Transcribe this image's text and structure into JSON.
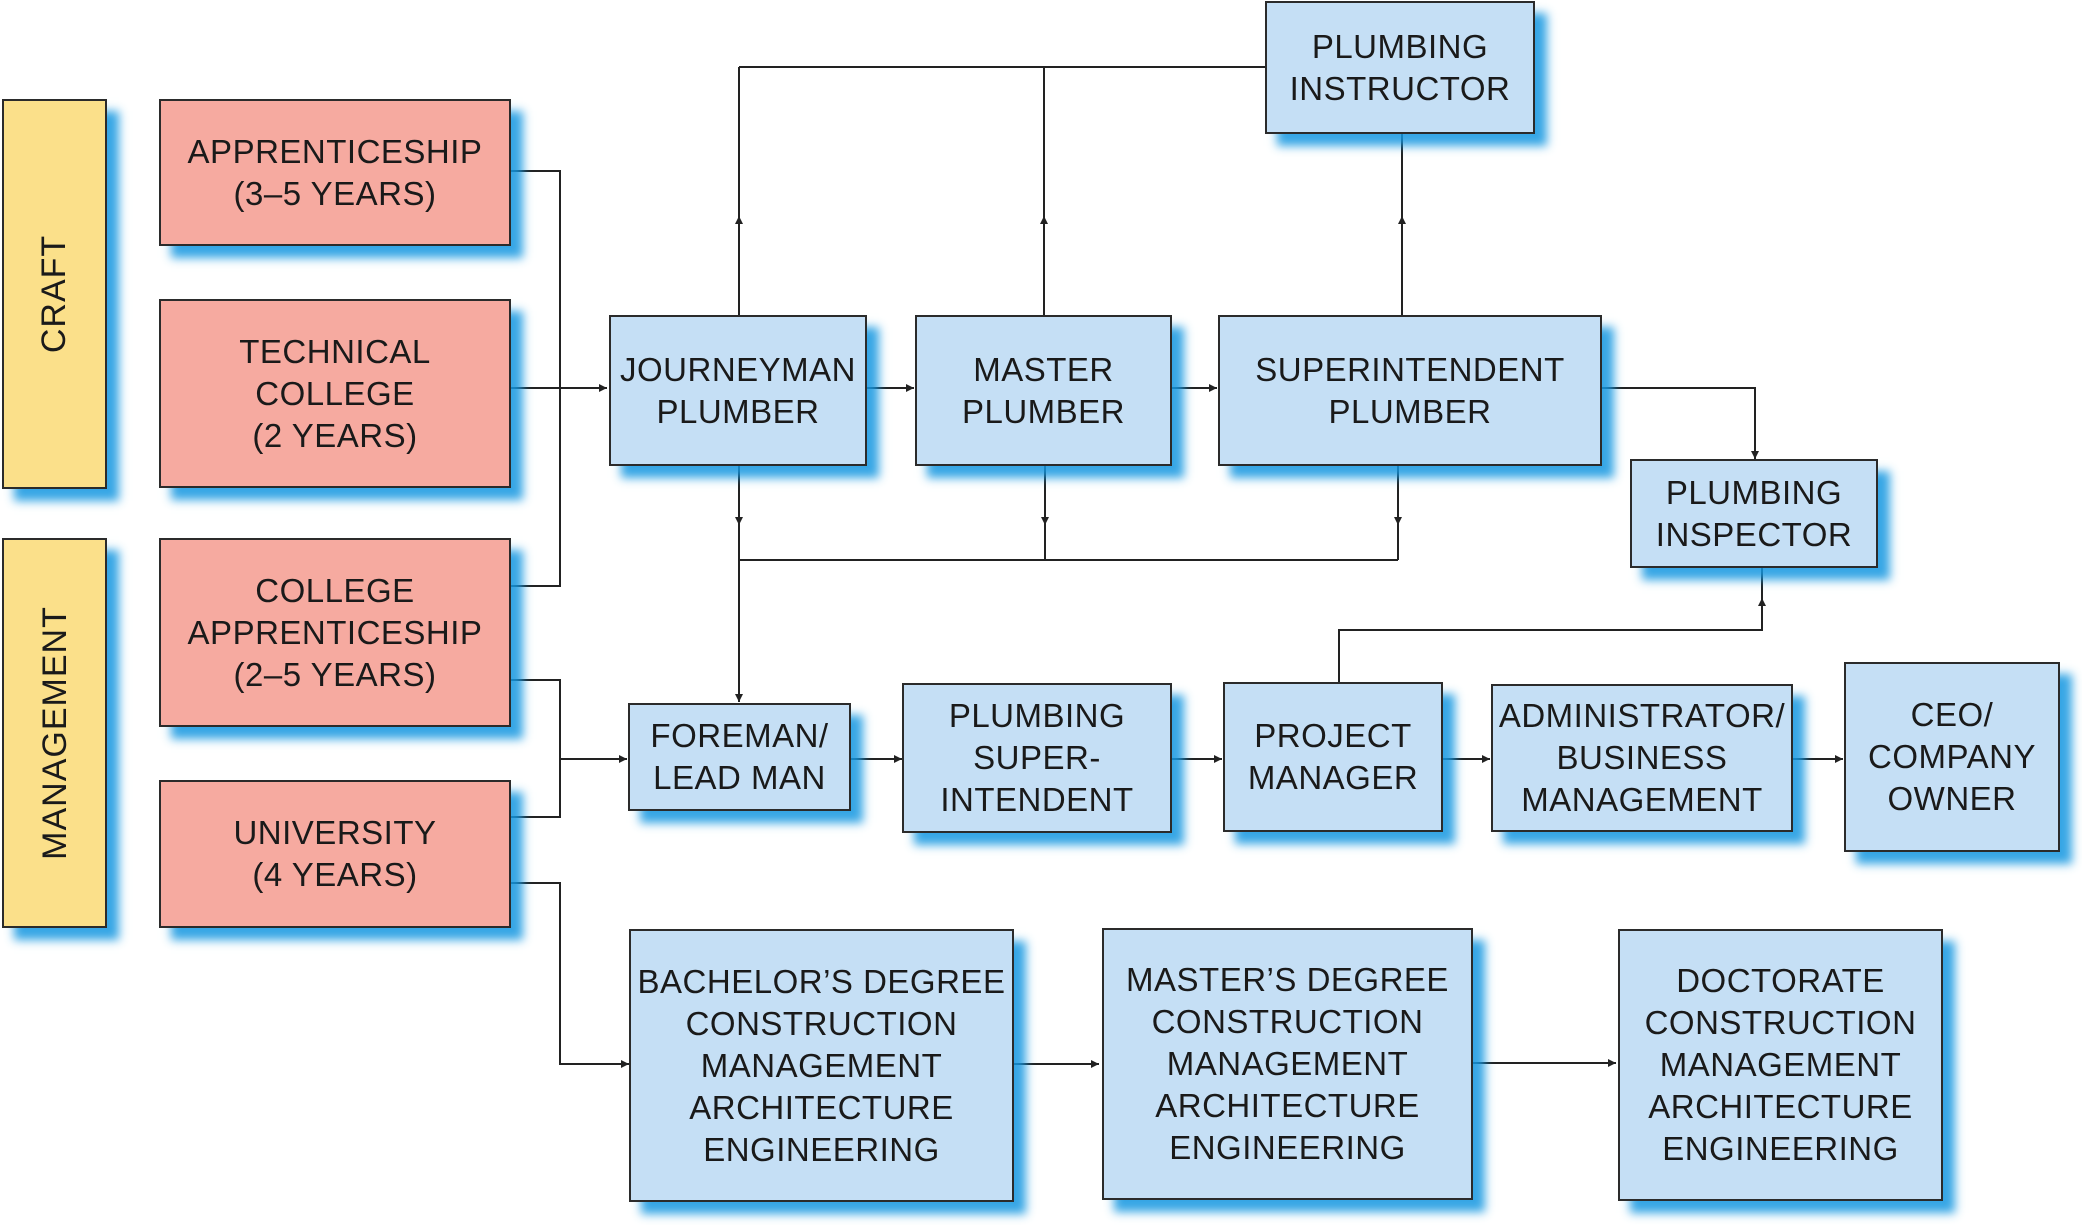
{
  "categories": {
    "craft": "CRAFT",
    "management": "MANAGEMENT"
  },
  "education": {
    "apprenticeship": [
      "APPRENTICESHIP",
      "(3–5 YEARS)"
    ],
    "technical_college": [
      "TECHNICAL",
      "COLLEGE",
      "(2 YEARS)"
    ],
    "college_apprenticeship": [
      "COLLEGE",
      "APPRENTICESHIP",
      "(2–5 YEARS)"
    ],
    "university": [
      "UNIVERSITY",
      "(4 YEARS)"
    ]
  },
  "craft_path": {
    "journeyman": [
      "JOURNEYMAN",
      "PLUMBER"
    ],
    "master": [
      "MASTER",
      "PLUMBER"
    ],
    "superintendent": [
      "SUPERINTENDENT",
      "PLUMBER"
    ],
    "instructor": [
      "PLUMBING",
      "INSTRUCTOR"
    ],
    "inspector": [
      "PLUMBING",
      "INSPECTOR"
    ]
  },
  "management_path": {
    "foreman": [
      "FOREMAN/",
      "LEAD MAN"
    ],
    "plumbing_superintendent": [
      "PLUMBING",
      "SUPER-",
      "INTENDENT"
    ],
    "project_manager": [
      "PROJECT",
      "MANAGER"
    ],
    "administrator": [
      "ADMINISTRATOR/",
      "BUSINESS",
      "MANAGEMENT"
    ],
    "ceo": [
      "CEO/",
      "COMPANY",
      "OWNER"
    ]
  },
  "degree_path": {
    "bachelors": [
      "BACHELOR’S DEGREE",
      "CONSTRUCTION",
      "MANAGEMENT",
      "ARCHITECTURE",
      "ENGINEERING"
    ],
    "masters": [
      "MASTER’S DEGREE",
      "CONSTRUCTION",
      "MANAGEMENT",
      "ARCHITECTURE",
      "ENGINEERING"
    ],
    "doctorate": [
      "DOCTORATE",
      "CONSTRUCTION",
      "MANAGEMENT",
      "ARCHITECTURE",
      "ENGINEERING"
    ]
  },
  "colors": {
    "category": "#fbe08a",
    "education": "#f6aaa0",
    "career": "#c5dff5",
    "shadow": "#1496e1",
    "line": "#222222"
  }
}
